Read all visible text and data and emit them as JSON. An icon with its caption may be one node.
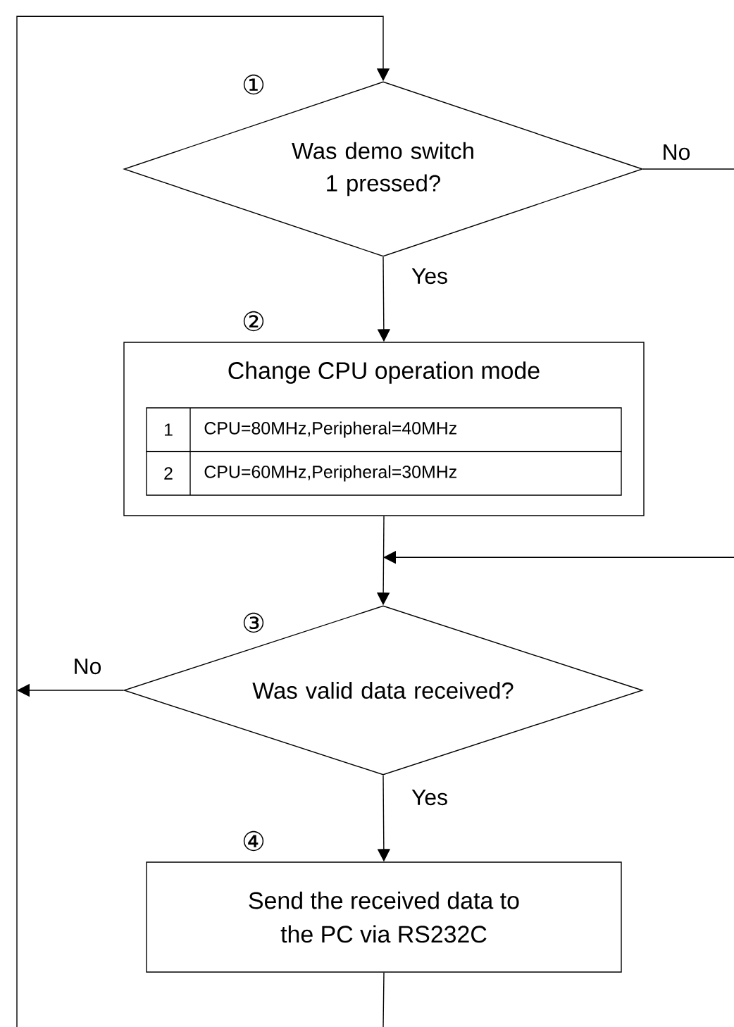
{
  "diagram": {
    "nodes": [
      {
        "text": [
          "Was demo switch 1 pressed?"
        ],
        "beside": [
          "①"
        ]
      },
      {
        "text": [
          "Change CPU operation mode"
        ],
        "beside": [
          "②"
        ]
      },
      {
        "text": [
          "1",
          "CPU=80MHz,Peripheral=40MHz"
        ],
        "in": 1
      },
      {
        "text": [
          "2",
          "CPU=60MHz,Peripheral=30MHz"
        ],
        "in": 1
      },
      {
        "text": [
          "Was valid data received?"
        ],
        "beside": [
          "③"
        ]
      },
      {
        "text": [
          "Send the received data to the PC via RS232C"
        ],
        "beside": [
          "④"
        ]
      }
    ],
    "edges": [
      {
        "from": null,
        "to": 0,
        "arrow": "to"
      },
      {
        "from": 0,
        "to": null,
        "arrow": "none",
        "label": "No"
      },
      {
        "from": 0,
        "to": 1,
        "arrow": "to",
        "label": "Yes"
      },
      {
        "from": 1,
        "to": 4,
        "arrow": "to"
      },
      {
        "from": null,
        "to": 4,
        "arrow": "to"
      },
      {
        "from": 4,
        "to": null,
        "arrow": "to",
        "label": "No"
      },
      {
        "from": 4,
        "to": 5,
        "arrow": "to",
        "label": "Yes"
      },
      {
        "from": 5,
        "to": null,
        "arrow": "none"
      }
    ]
  }
}
